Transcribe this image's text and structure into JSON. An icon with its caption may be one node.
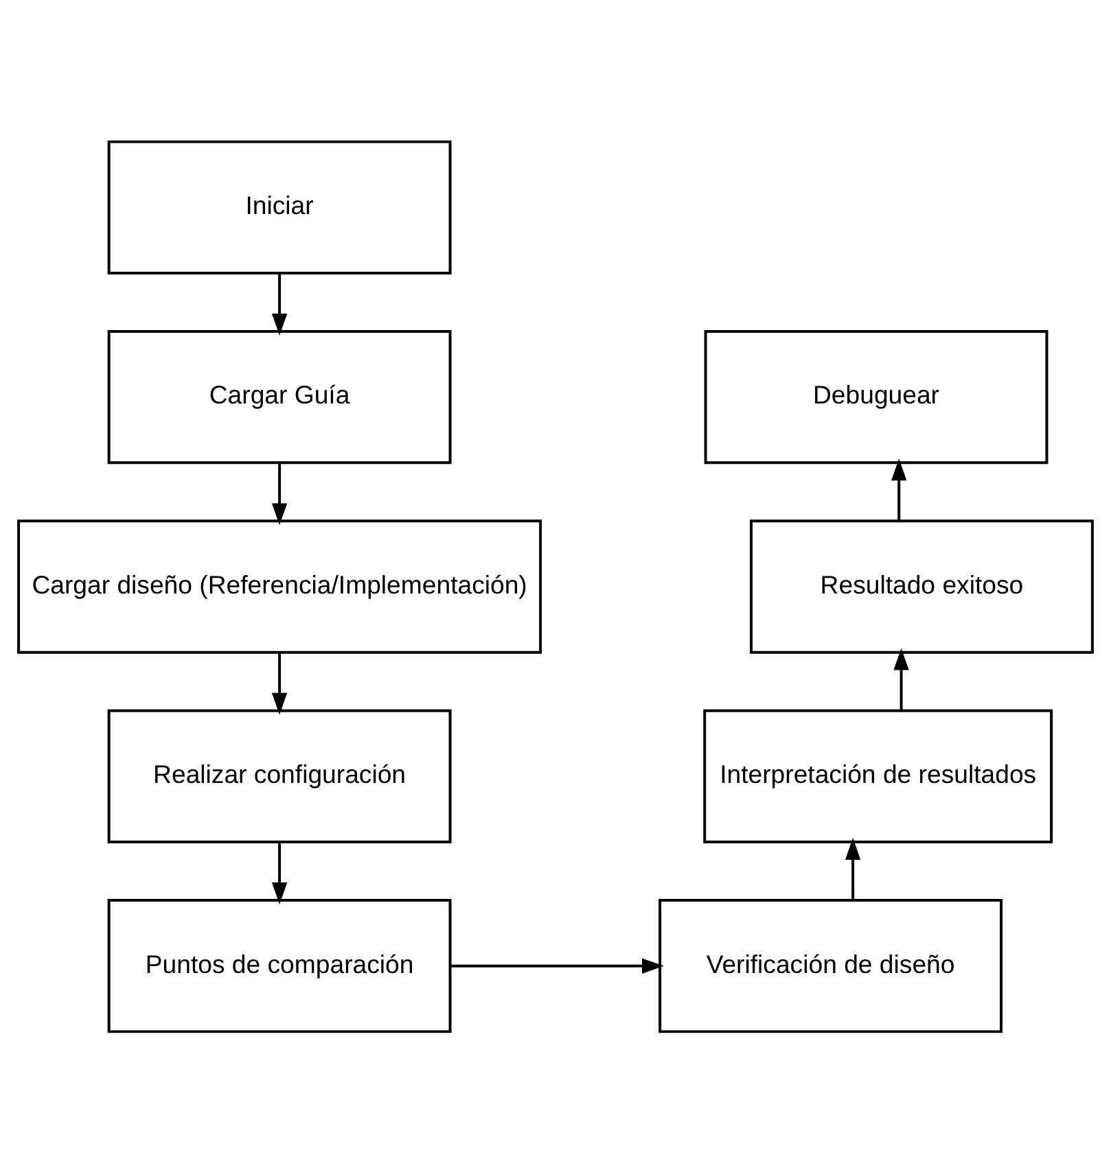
{
  "diagram": {
    "nodes": [
      {
        "text": [
          "Iniciar"
        ]
      },
      {
        "text": [
          "Cargar Guía"
        ]
      },
      {
        "text": [
          "Cargar diseño (Referencia/Implementación)"
        ]
      },
      {
        "text": [
          "Realizar configuración"
        ]
      },
      {
        "text": [
          "Puntos de comparación"
        ]
      },
      {
        "text": [
          "Verificación de diseño"
        ]
      },
      {
        "text": [
          "Interpretación de resultados"
        ]
      },
      {
        "text": [
          "Resultado exitoso"
        ]
      },
      {
        "text": [
          "Debuguear"
        ]
      }
    ],
    "edges": [
      {
        "from": 0,
        "to": 1,
        "arrow": "to"
      },
      {
        "from": 1,
        "to": 2,
        "arrow": "to"
      },
      {
        "from": 2,
        "to": 3,
        "arrow": "to"
      },
      {
        "from": 3,
        "to": 4,
        "arrow": "to"
      },
      {
        "from": 4,
        "to": 5,
        "arrow": "to"
      },
      {
        "from": 5,
        "to": 6,
        "arrow": "to"
      },
      {
        "from": 6,
        "to": 7,
        "arrow": "to"
      },
      {
        "from": 7,
        "to": 8,
        "arrow": "to"
      }
    ]
  }
}
